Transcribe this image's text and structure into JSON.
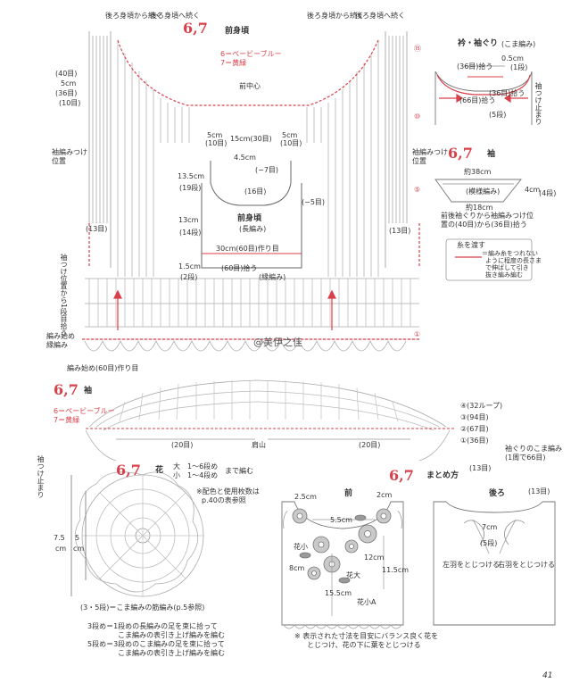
{
  "front_body": {
    "title_num": "6,7",
    "title": "前身頃",
    "color_6": "6＝ペービーブルー",
    "color_7": "7＝黄緑",
    "top_left_a": "後ろ身頃から続く",
    "top_left_b": "後ろ身頃へ続く",
    "top_right_a": "後ろ身頃から続く",
    "top_right_b": "後ろ身頃へ続く",
    "center": "前中心",
    "side_40": "(40目)",
    "side_36": "(36目)",
    "side_5cm": "5cm",
    "side_10": "(10目)",
    "side_13": "(13目)",
    "dim_5cm_l": "5cm",
    "dim_10_l": "(10目)",
    "dim_15": "15cm(30目)",
    "dim_5cm_r": "5cm",
    "dim_10_r": "(10目)",
    "sleeve_pos_l": "袖編みつけ位置",
    "sleeve_pos_r": "袖編みつけ位置",
    "pick_up": "袖つけ位置から1段目拾う",
    "knit_start": "編み始め",
    "edge_note": "縁編み",
    "start_text": "編み始め(60目)作り目",
    "arrow_note": "(13目)",
    "dim_4_5": "4.5cm",
    "dim_7": "(−7目)",
    "dim_16": "(16目)",
    "dim_5": "(−5目)",
    "dim_13_5": "13.5cm",
    "dim_19": "(19段)",
    "dim_13": "13cm",
    "dim_14": "(14段)",
    "dim_1_5": "1.5cm",
    "dim_2": "(2段)",
    "inner_title": "前身頃",
    "inner_sub": "(長編み)",
    "dim_30": "30cm(60目)作り目",
    "dim_60": "(60目)拾う",
    "edge_kind": "(縁編み)",
    "row_marks": [
      "⑮",
      "⑩",
      "⑤",
      "①"
    ],
    "watermark": "@美伊之佳"
  },
  "collar": {
    "title": "衿・袖ぐり",
    "sub": "(こま編み)",
    "d36_a": "(36目)拾う",
    "d05": "0.5cm",
    "d1": "(1段)",
    "d66": "(66目)拾う",
    "d36_b": "(36目)拾う",
    "d5": "(5段)",
    "right": "袖つけ止まり"
  },
  "sleeve_small": {
    "title_num": "6,7",
    "title": "袖",
    "d38": "約38cm",
    "edge": "(模様編み)",
    "d4": "4cm",
    "d4rows": "(4段)",
    "d18": "約18cm",
    "note": "前後袖ぐりから袖編みつけ位置の(40目)から(36目)拾う"
  },
  "thread_note": {
    "head": "糸を渡す",
    "body1": "＝編み糸をつれない",
    "body2": "ように程度の長さま",
    "body3": "で伸ばして引き",
    "body4": "抜き編み編む"
  },
  "sleeve_big": {
    "title_num": "6,7",
    "title": "袖",
    "color_6": "6＝ペービーブルー",
    "color_7": "7＝黄緑",
    "d20_l": "(20目)",
    "center": "肩山",
    "d20_r": "(20目)",
    "r4": "④(32ループ)",
    "r3": "③(94目)",
    "r2": "②(67目)",
    "r1": "①(36目)",
    "left": "袖つけ止まり",
    "right_note": "袖ぐりのこま編み(1周で66目)",
    "d13": "(13目)",
    "d13b": "(13目)"
  },
  "flower": {
    "title_num": "6,7",
    "title": "花",
    "big": "大　1〜6段め",
    "small": "小　1〜4段め",
    "suffix": "まで編む",
    "note1": "※配色と使用枚数は",
    "note2": "p.40の表参照",
    "d75": "7.5",
    "d5": "5",
    "cm": "cm",
    "legend1": "(3・5段)＝こま編みの筋編み(p.5参照)",
    "legend2": "3段め＝1段めの長編みの足を束に拾って",
    "legend3": "こま編みの表引き上げ編みを編む",
    "legend4": "5段め＝3段めのこま編みの足を束に拾って",
    "legend5": "こま編みの表引き上げ編みを編む"
  },
  "assembly": {
    "title_num": "6,7",
    "title": "まとめ方",
    "front": "前",
    "back": "後ろ",
    "d25": "2.5cm",
    "d2": "2cm",
    "d55": "5.5cm",
    "flower_small": "花小",
    "d8": "8cm",
    "d12": "12cm",
    "d115": "11.5cm",
    "flower_big": "花大",
    "d155": "15.5cm",
    "flower_small_a": "花小A",
    "back_d7": "7cm",
    "back_d5": "(5段)",
    "back_l": "左羽をとじつける",
    "back_r": "右羽をとじつける",
    "footnote1": "※ 表示された寸法を目安にバランス良く花を",
    "footnote2": "とじつけ、花の下に葉をとじつける"
  },
  "page_number": "41"
}
